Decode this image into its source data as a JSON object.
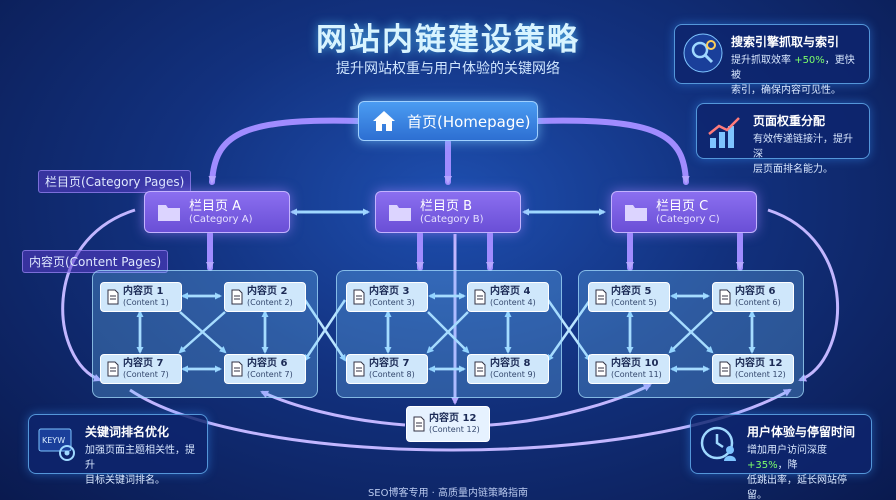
{
  "title": "网站内链建设策略",
  "subtitle": "提升网站权重与用户体验的关键网络",
  "cards": {
    "crawl": {
      "title": "搜索引擎抓取与索引",
      "line1_pre": "提升抓取效率 ",
      "line1_hl": "+50%",
      "line1_post": "，更快被",
      "line2": "索引，确保内容可见性。"
    },
    "weight": {
      "title": "页面权重分配",
      "line1": "有效传递链接汁，提升深",
      "line2": "层页面排名能力。"
    },
    "keyword": {
      "title": "关键词排名优化",
      "line1": "加强页面主题相关性，提升",
      "line2": "目标关键词排名。",
      "icon_text": "KEYW"
    },
    "ux": {
      "title": "用户体验与停留时间",
      "line1_pre": "增加用户访问深度 ",
      "line1_hl": "+35%",
      "line1_post": "，降",
      "line2": "低跳出率，延长网站停留。"
    }
  },
  "home": {
    "label": "首页(Homepage)"
  },
  "labels": {
    "category": "栏目页(Category Pages)",
    "content": "内容页(Content Pages)"
  },
  "categories": [
    {
      "name": "栏目页 A",
      "sub": "(Category A)"
    },
    {
      "name": "栏目页 B",
      "sub": "(Category B)"
    },
    {
      "name": "栏目页 C",
      "sub": "(Category C)"
    }
  ],
  "contents": [
    {
      "name": "内容页 1",
      "sub": "(Content 1)"
    },
    {
      "name": "内容页 2",
      "sub": "(Content 2)"
    },
    {
      "name": "内容页 7",
      "sub": "(Content 7)"
    },
    {
      "name": "内容页 6",
      "sub": "(Content 7)"
    },
    {
      "name": "内容页 3",
      "sub": "(Content 3)"
    },
    {
      "name": "内容页 4",
      "sub": "(Content 4)"
    },
    {
      "name": "内容页 7",
      "sub": "(Content 8)"
    },
    {
      "name": "内容页 8",
      "sub": "(Content 9)"
    },
    {
      "name": "内容页 5",
      "sub": "(Content 5)"
    },
    {
      "name": "内容页 6",
      "sub": "(Content 6)"
    },
    {
      "name": "内容页 10",
      "sub": "(Content 11)"
    },
    {
      "name": "内容页 12",
      "sub": "(Content 12)"
    },
    {
      "name": "内容页 12",
      "sub": "(Content 12)"
    }
  ],
  "footer": "SEO博客专用 · 高质量内链策略指南",
  "colors": {
    "background": "#12317e",
    "category": "#7a5ee6",
    "home": "#3d86e6",
    "content": "#cfe7fb",
    "arrow_purple": "#a08cff",
    "highlight": "#7dff6a"
  }
}
